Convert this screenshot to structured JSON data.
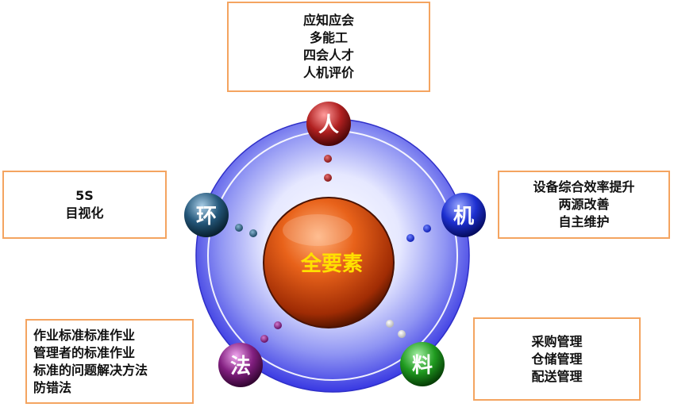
{
  "center": {
    "label": "全要素",
    "label_color": "#ffe000"
  },
  "nodes": {
    "ren": {
      "label": "人",
      "color": "#a01818"
    },
    "ji": {
      "label": "机",
      "color": "#1a2ec8"
    },
    "liao": {
      "label": "料",
      "color": "#1d8a1d"
    },
    "fa": {
      "label": "法",
      "color": "#7a1a78"
    },
    "huan": {
      "label": "环",
      "color": "#1f4f6e"
    }
  },
  "boxes": {
    "ren": {
      "lines": [
        "应知应会",
        "多能工",
        "四会人才",
        "人机评价"
      ]
    },
    "ji": {
      "lines": [
        "设备综合效率提升",
        "两源改善",
        "自主维护"
      ]
    },
    "huan": {
      "lines": [
        "5S",
        "目视化"
      ]
    },
    "fa": {
      "lines": [
        "作业标准标准作业",
        "管理者的标准作业",
        "标准的问题解决方法",
        "防错法"
      ]
    },
    "liao": {
      "lines": [
        "采购管理",
        "仓储管理",
        "配送管理"
      ]
    }
  },
  "colors": {
    "box_border": "#f4a460",
    "ring": "#3a3ae0"
  }
}
